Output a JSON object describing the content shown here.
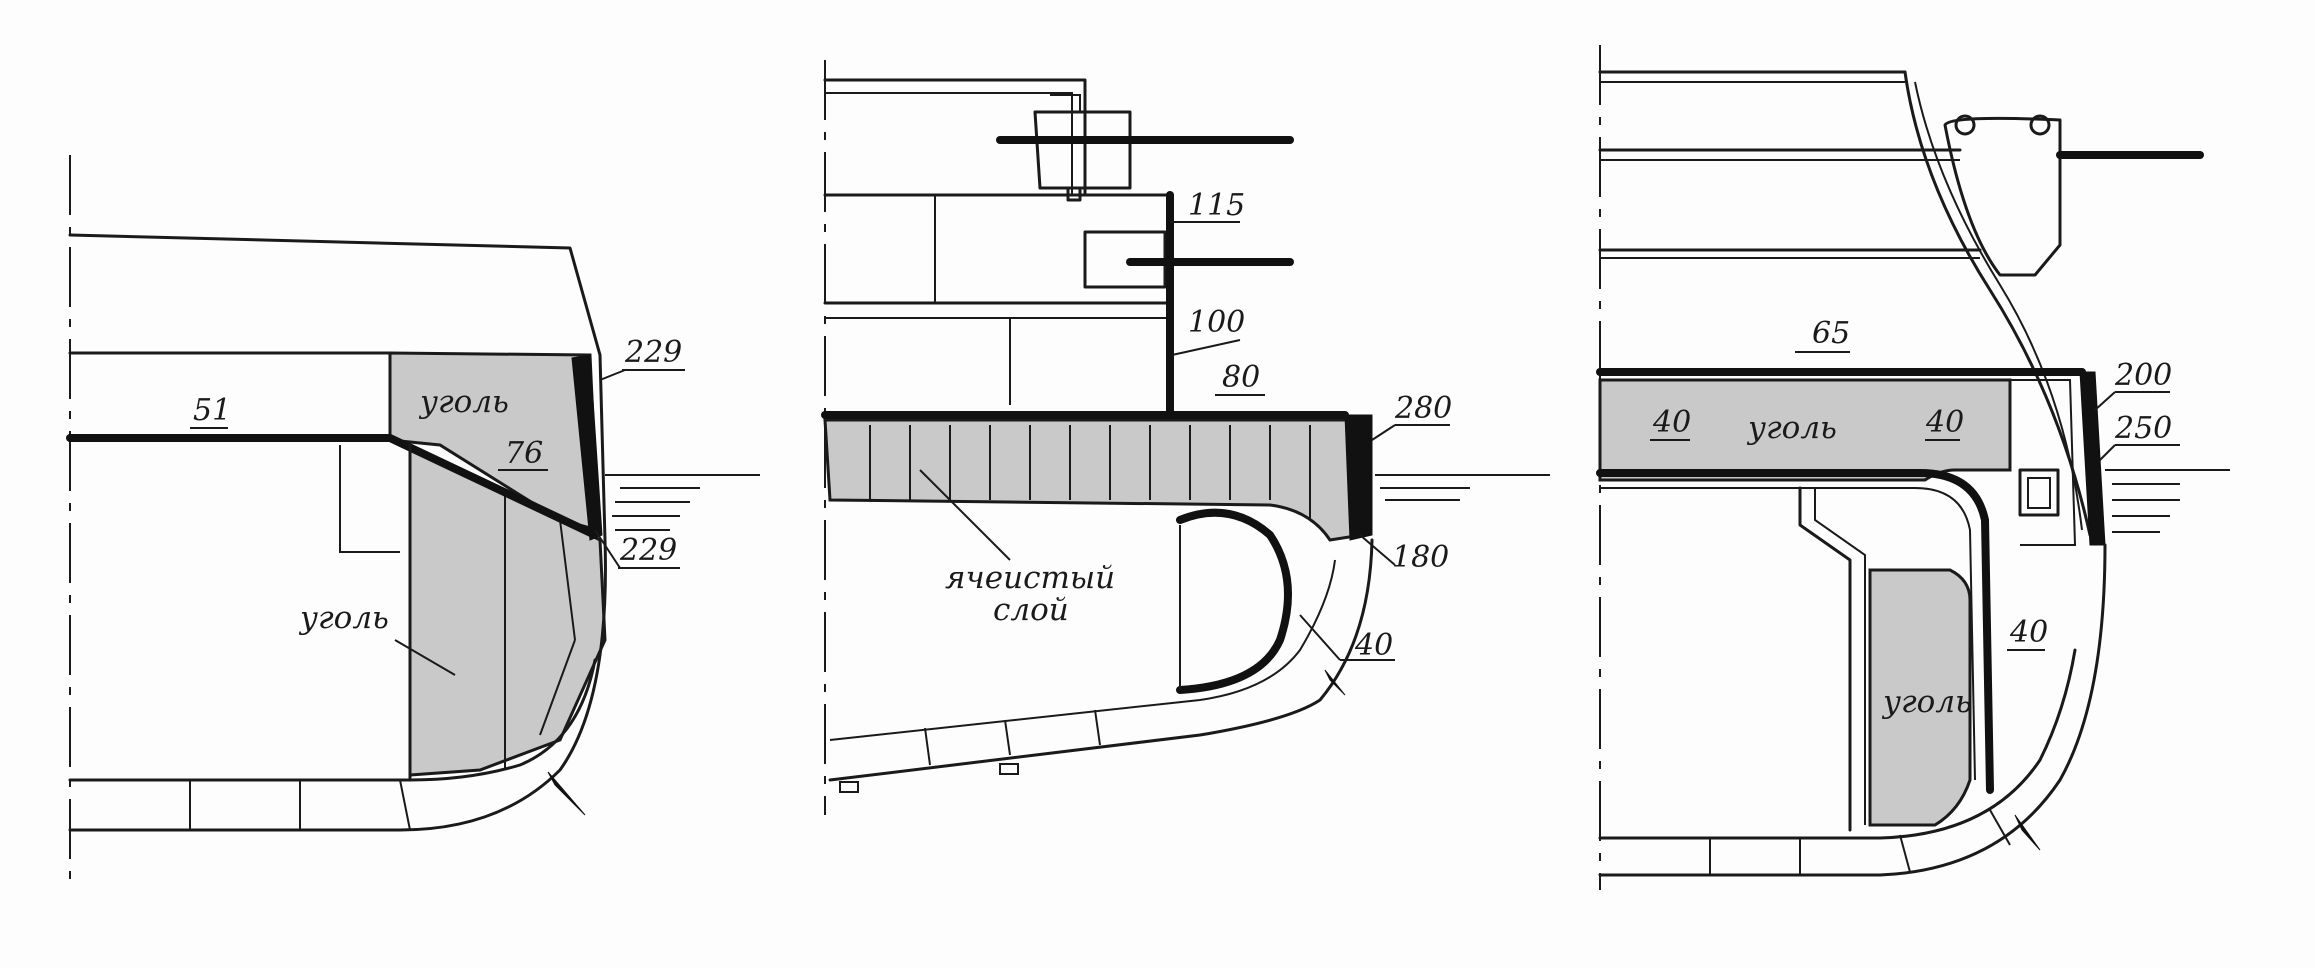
{
  "colors": {
    "ink": "#1a1a1a",
    "coal_fill": "#c9c9c9",
    "paper": "#fdfdfd"
  },
  "sections": [
    {
      "labels": {
        "deck": "51",
        "belt_top": "229",
        "slope": "76",
        "belt_bottom": "229",
        "coal_upper": "уголь",
        "coal_lower": "уголь"
      }
    },
    {
      "labels": {
        "upper_115": "115",
        "upper_100": "100",
        "deck": "80",
        "belt_top": "280",
        "belt_bottom": "180",
        "cofferdam_line1": "ячеистый",
        "cofferdam_line2": "слой",
        "bottom_40": "40"
      }
    },
    {
      "labels": {
        "upper_deck": "65",
        "belt_top": "200",
        "belt_lower": "250",
        "deck_left": "40",
        "deck_right": "40",
        "coal_upper": "уголь",
        "bulkhead": "40",
        "coal_lower": "уголь"
      }
    }
  ]
}
